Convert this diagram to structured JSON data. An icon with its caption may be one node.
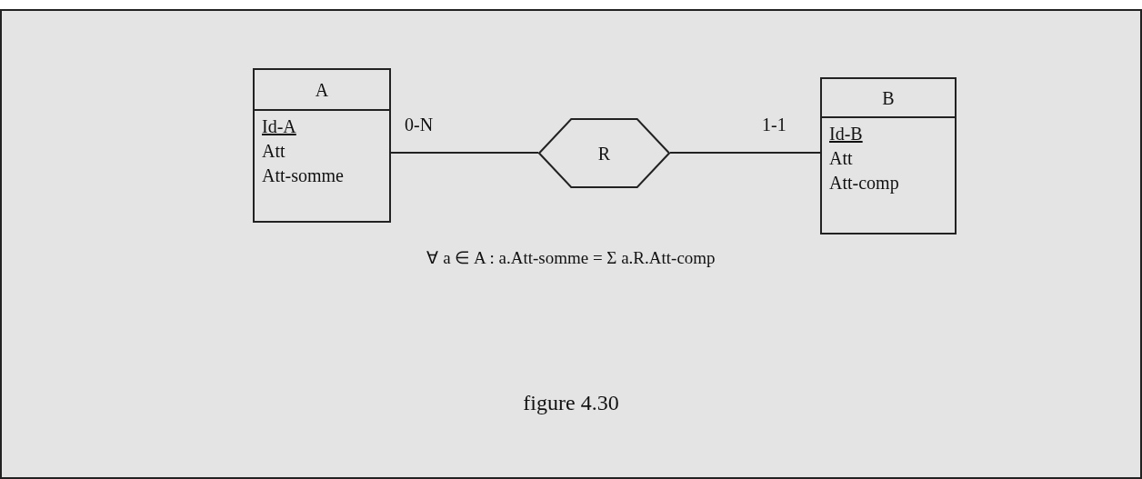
{
  "diagram": {
    "caption": "figure 4.30",
    "nodes": [
      {
        "text": [
          "A",
          "Id-A",
          "Att",
          "Att-somme"
        ]
      },
      {
        "text": [
          "R"
        ]
      },
      {
        "text": [
          "B",
          "Id-B",
          "Att",
          "Att-comp"
        ]
      }
    ],
    "edges": [
      {
        "from": 0,
        "to": 1,
        "arrow": "none",
        "label": "0-N"
      },
      {
        "from": 1,
        "to": 2,
        "arrow": "none",
        "label": "1-1"
      }
    ],
    "labels": [
      "∀ a ∈ A : a.Att-somme = Σ a.R.Att-comp"
    ]
  }
}
